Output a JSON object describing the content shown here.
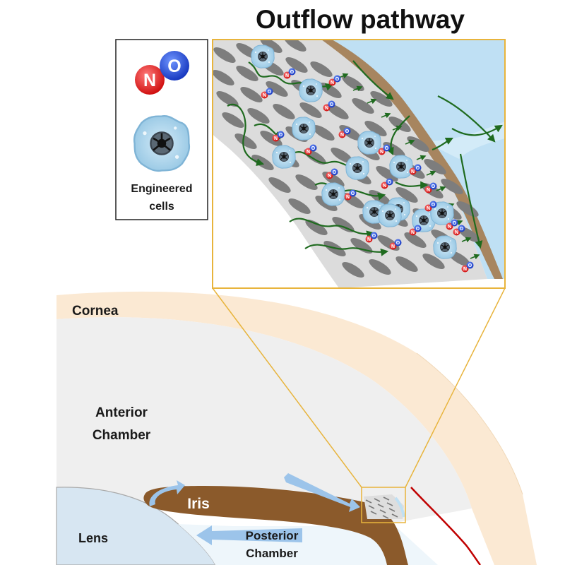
{
  "title": "Outflow pathway",
  "legend": {
    "molecule_atoms": [
      "N",
      "O"
    ],
    "cell_label_line1": "Engineered",
    "cell_label_line2": "cells"
  },
  "labels": {
    "cornea": "Cornea",
    "anterior_chamber_line1": "Anterior",
    "anterior_chamber_line2": "Chamber",
    "iris": "Iris",
    "lens": "Lens",
    "posterior_chamber_line1": "Posterior",
    "posterior_chamber_line2": "Chamber"
  },
  "colors": {
    "cornea": "#fbe9d3",
    "chamber": "#efefef",
    "lens": "#d7e6f2",
    "iris": "#8b5a2b",
    "flow_arrow": "#9cc4ea",
    "mesh": "#dcdcdc",
    "pore": "#7d7d7d",
    "cell": "#a9d3ec",
    "nucleus": "#5a6874",
    "fluid": "#bfe0f4",
    "canal_wall": "#a7855f",
    "flow_line": "#1f6b1f",
    "nitrogen": "#e02020",
    "oxygen": "#1e4fd8",
    "zoom_frame": "#e8b43c",
    "sclera_line": "#c00000"
  }
}
